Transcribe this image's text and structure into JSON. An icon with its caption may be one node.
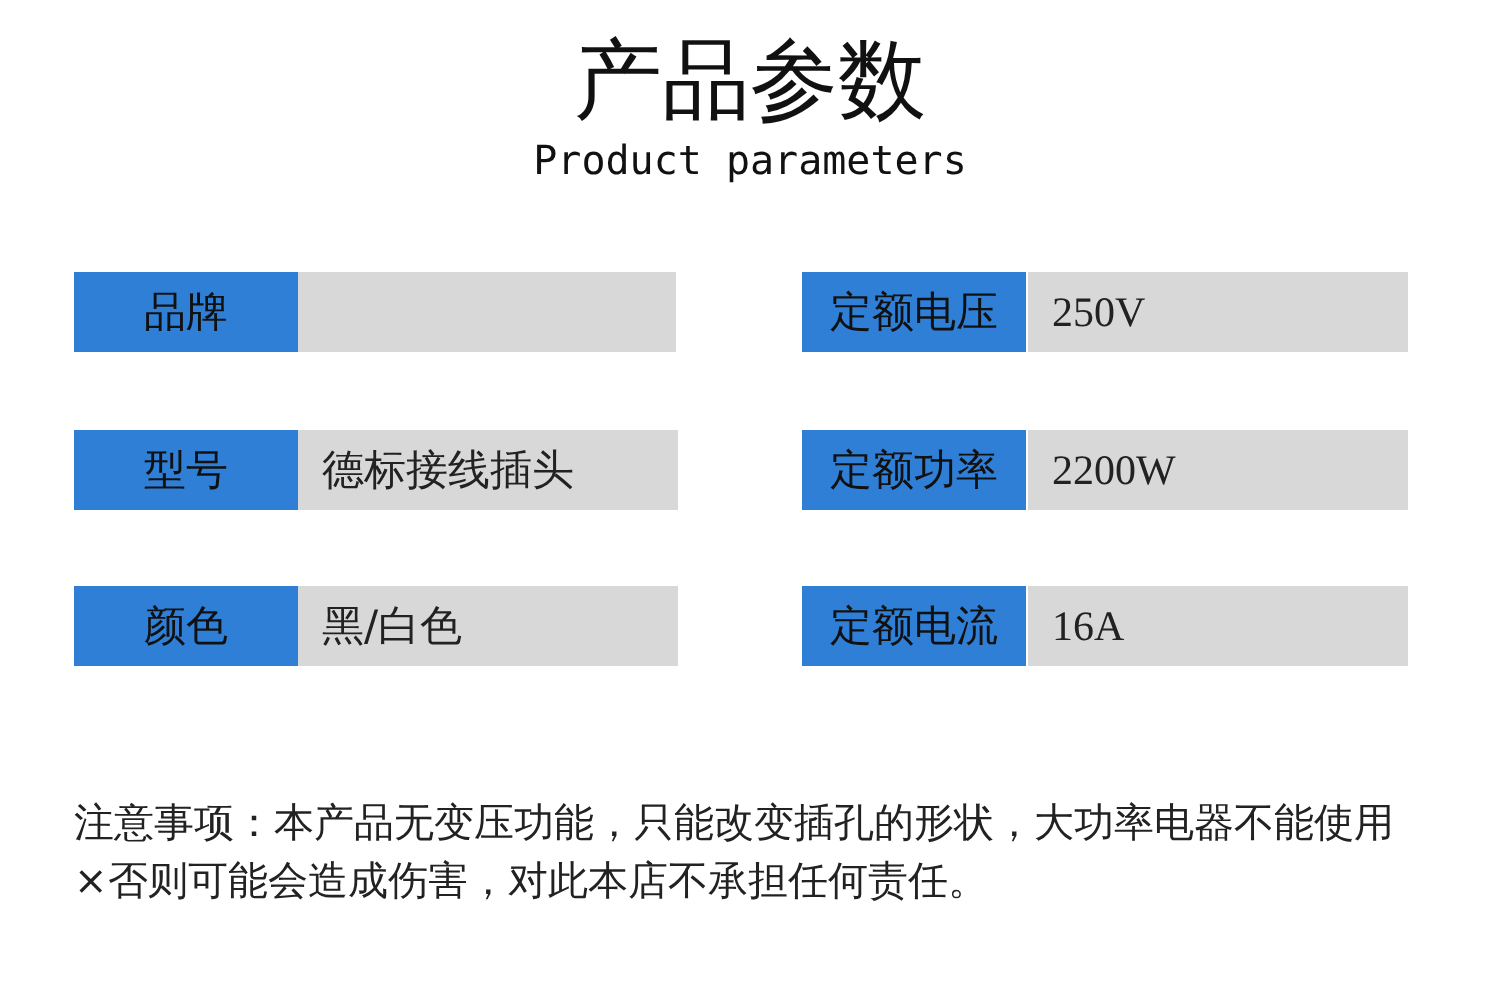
{
  "diagram": {
    "title": "产品参数",
    "labels": [
      "Product parameters",
      "品牌",
      "定额电压",
      "250V",
      "型号",
      "德标接线插头",
      "定额功率",
      "2200W",
      "颜色",
      "黑/白色",
      "定额电流",
      "16A",
      "注意事项：本产品无变压功能，只能改变插孔的形状，大功率电器不能使用×否则可能会造成伤害，对此本店不承担任何责任。"
    ]
  }
}
